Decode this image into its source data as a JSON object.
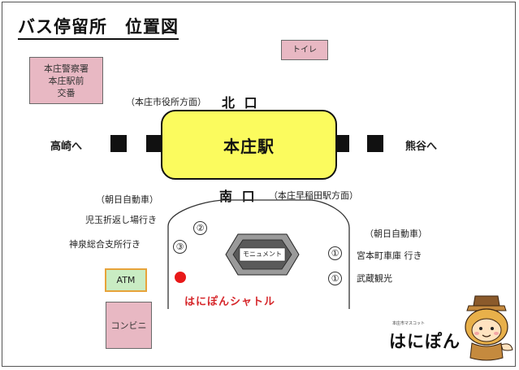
{
  "title": "バス停留所　位置図",
  "police_box": [
    "本庄警察署",
    "本庄駅前",
    "交番"
  ],
  "toilet": "トイレ",
  "north_exit": {
    "note": "（本庄市役所方面）",
    "label": "北 口"
  },
  "station": "本庄駅",
  "west_direction": "高崎へ",
  "east_direction": "熊谷へ",
  "south_exit": {
    "label": "南 口",
    "note": "（本庄早稲田駅方面）"
  },
  "left_bus": {
    "company": "（朝日自動車）",
    "stop_2": "児玉折返し場行き",
    "stop_3": "神泉総合支所行き"
  },
  "right_bus": {
    "company": "（朝日自動車）",
    "stop_1a": "宮本町車庫 行き",
    "stop_1b": "武蔵観光"
  },
  "circle_numbers": {
    "one": "①",
    "two": "②",
    "three": "③"
  },
  "monument": "モニュメント",
  "atm": "ATM",
  "shuttle": "はにぽんシャトル",
  "convenience_store": "コンビニ",
  "mascot": {
    "label": "本庄市マスコット",
    "name": "はにぽん"
  },
  "colors": {
    "station_fill": "#fbfb5e",
    "pink_box": "#e8b8c3",
    "atm_fill": "#c9ecc3",
    "atm_border": "#e7a33a",
    "shuttle_text": "#d6272b",
    "monument_outer": "#9a9a9a",
    "monument_inner": "#5a5a5a"
  }
}
